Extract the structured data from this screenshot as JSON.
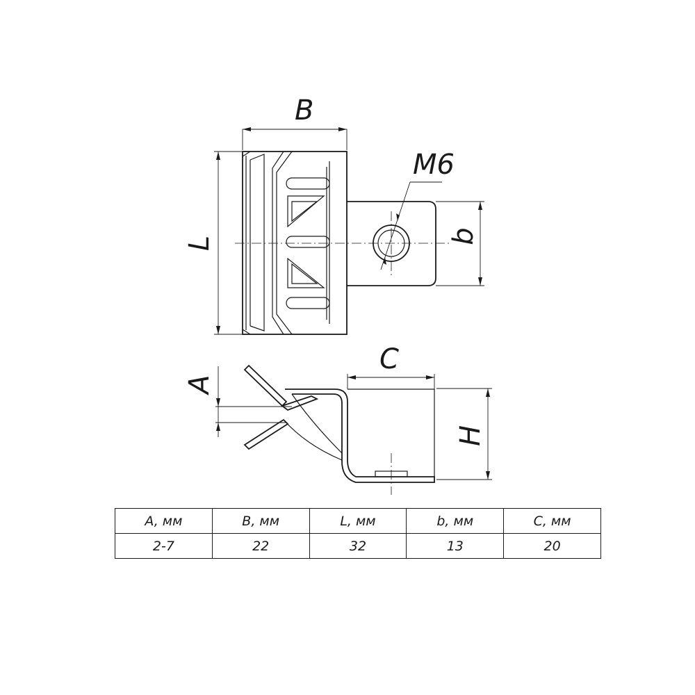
{
  "labels": {
    "B": "B",
    "L": "L",
    "M6": "M6",
    "b": "b",
    "C": "C",
    "A": "A",
    "H": "H"
  },
  "table": {
    "headers": [
      "A, мм",
      "B, мм",
      "L, мм",
      "b, мм",
      "C, мм"
    ],
    "values": [
      "2-7",
      "22",
      "32",
      "13",
      "20"
    ]
  }
}
